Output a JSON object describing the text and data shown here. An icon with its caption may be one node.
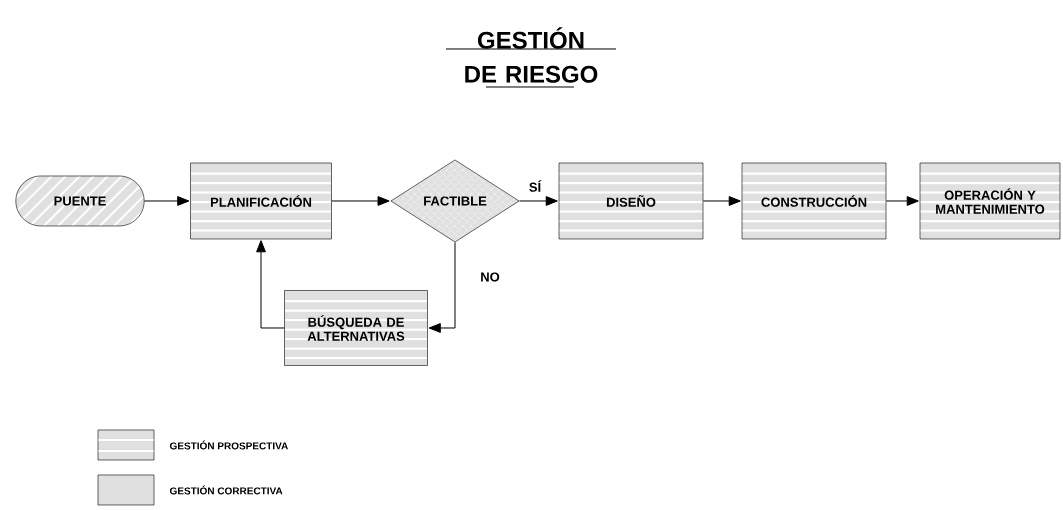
{
  "diagram": {
    "title": "GESTIÓN DE RIESGO",
    "nodes": [
      {
        "text": [
          "PUENTE"
        ]
      },
      {
        "text": [
          "PLANIFICACIÓN"
        ]
      },
      {
        "text": [
          "FACTIBLE"
        ]
      },
      {
        "text": [
          "DISEÑO"
        ]
      },
      {
        "text": [
          "CONSTRUCCIÓN"
        ]
      },
      {
        "text": [
          "OPERACIÓN Y MANTENIMIENTO"
        ]
      },
      {
        "text": [
          "BÚSQUEDA DE ALTERNATIVAS"
        ]
      }
    ],
    "edges": [
      {
        "from": 0,
        "to": 1,
        "arrow": "to"
      },
      {
        "from": 1,
        "to": 2,
        "arrow": "to"
      },
      {
        "from": 2,
        "to": 3,
        "arrow": "to",
        "label": "SÍ"
      },
      {
        "from": 3,
        "to": 4,
        "arrow": "to"
      },
      {
        "from": 4,
        "to": 5,
        "arrow": "to"
      },
      {
        "from": 2,
        "to": 6,
        "arrow": "to",
        "label": "NO"
      },
      {
        "from": 6,
        "to": 1,
        "arrow": "to"
      }
    ],
    "legend": [
      {
        "text": "GESTIÓN PROSPECTIVA"
      },
      {
        "text": "GESTIÓN CORRECTIVA",
        "color": "#e0e0e0"
      }
    ]
  }
}
